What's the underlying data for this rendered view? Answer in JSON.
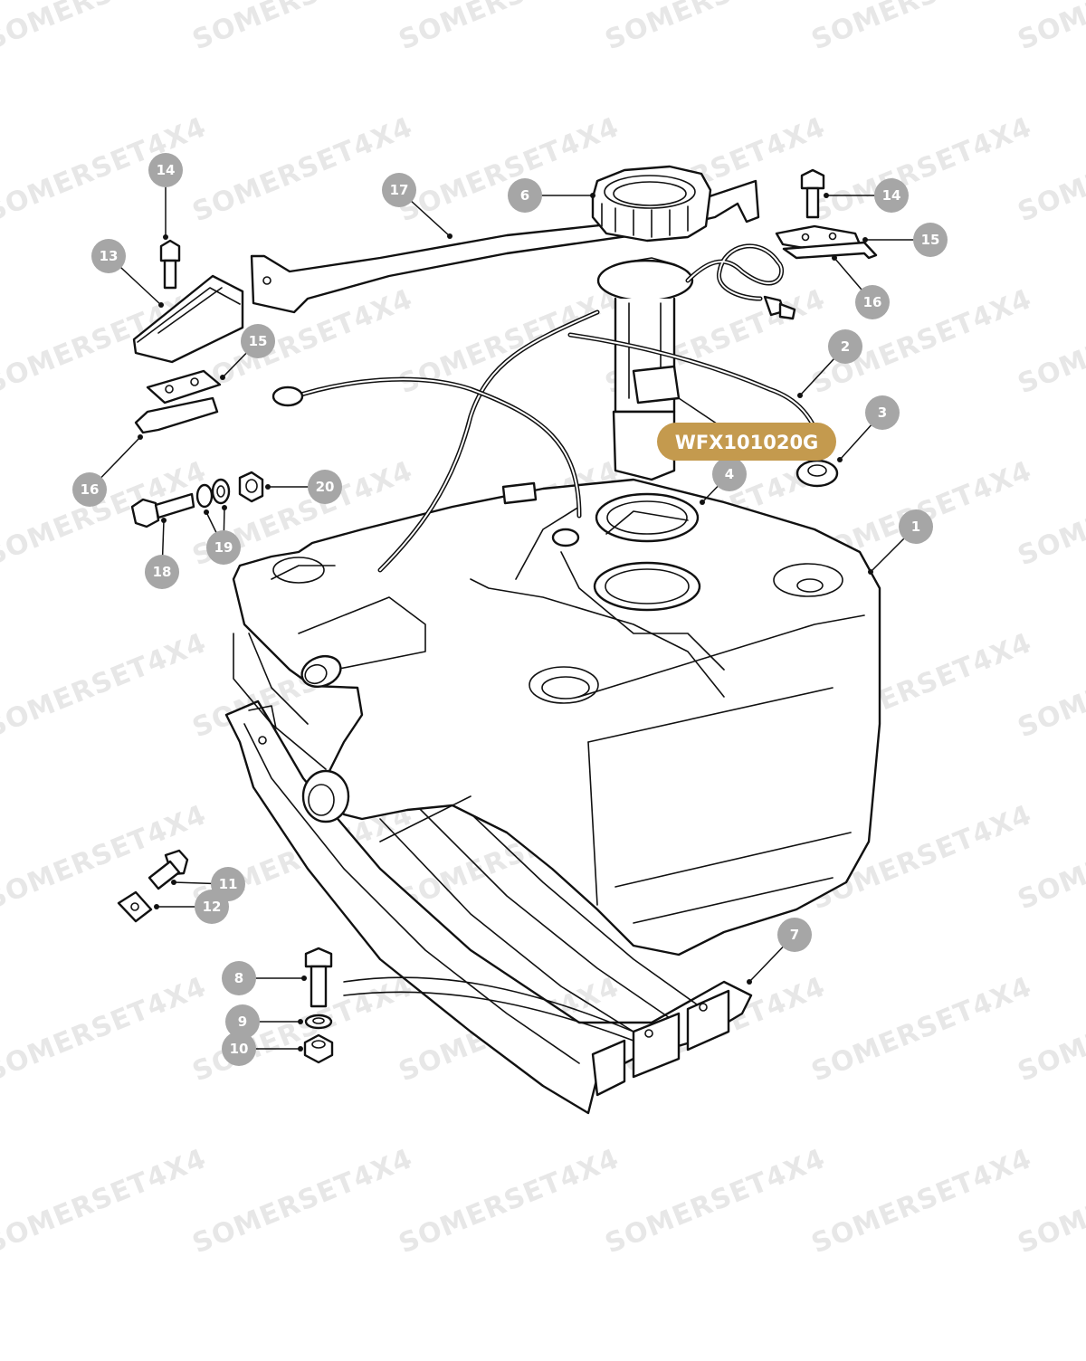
{
  "watermark": {
    "text": "SOMERSET4X4"
  },
  "highlight": {
    "part_number": "WFX101020G",
    "color": "#c49a4e"
  },
  "callouts": [
    "1",
    "2",
    "3",
    "4",
    "6",
    "7",
    "8",
    "9",
    "10",
    "11",
    "12",
    "13",
    "14",
    "14",
    "15",
    "15",
    "16",
    "16",
    "17",
    "18",
    "19",
    "20"
  ],
  "colors": {
    "bubble": "#a6a6a6",
    "line": "#111111",
    "watermark": "#e7e7e7"
  }
}
